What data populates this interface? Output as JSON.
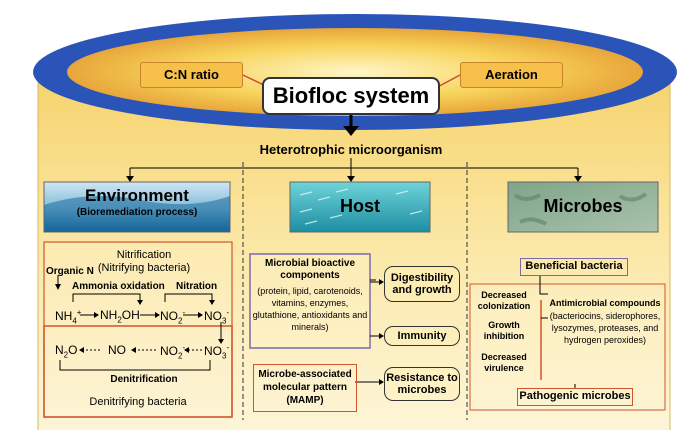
{
  "tags": {
    "cn_ratio": "C:N ratio",
    "aeration": "Aeration"
  },
  "title": "Biofloc system",
  "hetero": "Heterotrophic microorganism",
  "environment": {
    "title": "Environment",
    "subtitle": "(Bioremediation process)",
    "nitrification": "Nitrification",
    "nitrifying": "(Nitrifying bacteria)",
    "organic_n": "Organic N",
    "ammonia_ox": "Ammonia oxidation",
    "nitration": "Nitration",
    "nh4": "NH",
    "nh4_sub": "4",
    "nh4_sup": "+",
    "nh2oh": "NH",
    "nh2oh_sub": "2",
    "nh2oh_tail": "OH",
    "no2": "NO",
    "no2_sub": "2",
    "no2_sup": "-",
    "no3": "NO",
    "no3_sub": "3",
    "no3_sup": "-",
    "n2o": "N",
    "n2o_sub": "2",
    "n2o_tail": "O",
    "no": "NO",
    "no2b": "NO",
    "no2b_sub": "2",
    "no2b_sup": "-",
    "no3b": "NO",
    "no3b_sub": "3",
    "no3b_sup": "-",
    "denitrification": "Denitrification",
    "denitrifying": "Denitrifying bacteria"
  },
  "host": {
    "title": "Host",
    "components_title": "Microbial bioactive components",
    "components_list": "(protein, lipid, carotenoids, vitamins, enzymes, glutathione, antioxidants and minerals)",
    "digestibility": "Digestibility and growth",
    "immunity": "Immunity",
    "mamp": "Microbe-associated molecular pattern (MAMP)",
    "resistance": "Resistance to microbes"
  },
  "microbes": {
    "title": "Microbes",
    "beneficial": "Beneficial bacteria",
    "decreased_col": "Decreased colonization",
    "growth_inh": "Growth inhibition",
    "decreased_vir": "Decreased virulence",
    "antimicrobial_title": "Antimicrobial compounds",
    "antimicrobial_list": "(bacteriocins, siderophores, lysozymes, proteases, and hydrogen peroxides)",
    "pathogenic": "Pathogenic microbes"
  }
}
